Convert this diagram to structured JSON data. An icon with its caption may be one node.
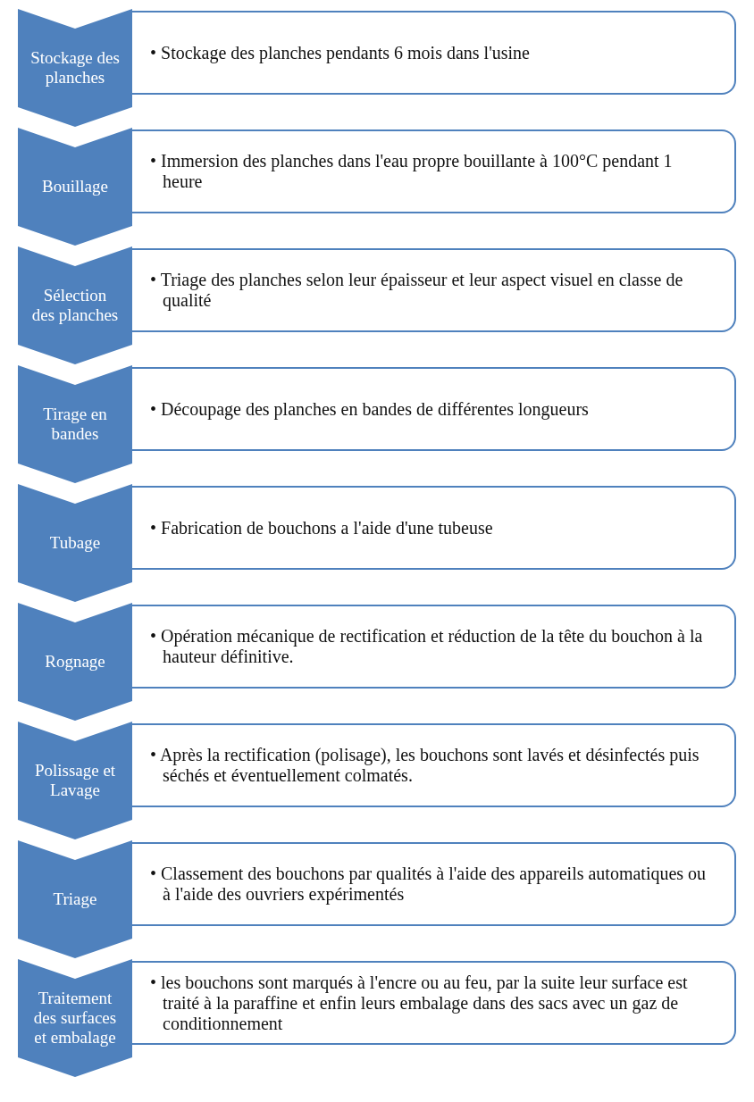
{
  "diagram": {
    "nodes": [
      {
        "text": [
          "Stockage des planches"
        ]
      },
      {
        "text": [
          "• Stockage des planches pendants 6 mois dans l'usine"
        ]
      },
      {
        "text": [
          "Bouillage"
        ]
      },
      {
        "text": [
          "• Immersion des planches dans l'eau propre bouillante à 100°C pendant 1 heure"
        ]
      },
      {
        "text": [
          "Sélection des planches"
        ]
      },
      {
        "text": [
          "• Triage des planches selon leur épaisseur et leur aspect visuel en classe de qualité"
        ]
      },
      {
        "text": [
          "Tirage en bandes"
        ]
      },
      {
        "text": [
          "• Découpage des planches en bandes de différentes longueurs"
        ]
      },
      {
        "text": [
          "Tubage"
        ]
      },
      {
        "text": [
          "• Fabrication de bouchons a l'aide d'une tubeuse"
        ]
      },
      {
        "text": [
          "Rognage"
        ]
      },
      {
        "text": [
          "• Opération mécanique de rectification et réduction de la tête du bouchon à la hauteur définitive."
        ]
      },
      {
        "text": [
          "Polissage et Lavage"
        ]
      },
      {
        "text": [
          "• Après la rectification (polisage), les bouchons sont lavés et désinfectés puis séchés et éventuellement colmatés."
        ]
      },
      {
        "text": [
          "Triage"
        ]
      },
      {
        "text": [
          "• Classement des bouchons par qualités à l'aide des appareils automatiques ou à l'aide des ouvriers expérimentés"
        ]
      },
      {
        "text": [
          "Traitement des surfaces et embalage"
        ]
      },
      {
        "text": [
          "• les bouchons sont marqués à l'encre ou au feu, par la suite leur surface est traité à la paraffine et enfin leurs embalage dans des sacs avec un gaz de conditionnement"
        ]
      }
    ]
  }
}
